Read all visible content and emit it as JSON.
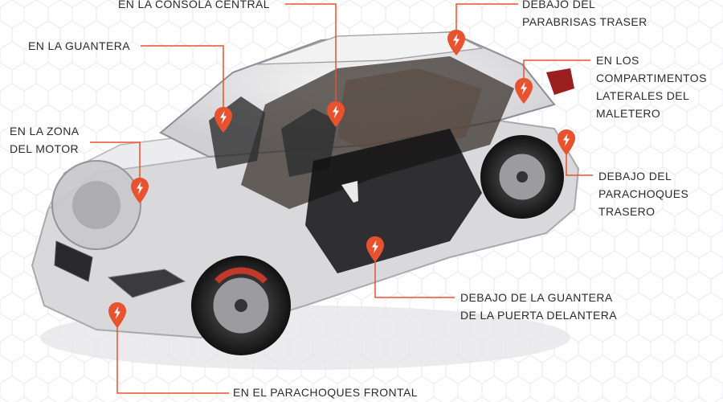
{
  "accent_color": "#e8522e",
  "line_color": "#e8522e",
  "background_pattern": "light-gray-hexagon-mesh",
  "illustration": "car-xray-cutaway",
  "callouts": [
    {
      "id": "consola-central",
      "lines": [
        "EN LA CONSOLA CENTRAL"
      ]
    },
    {
      "id": "parabrisas-trasero",
      "lines": [
        "DEBAJO DEL",
        "PARABRISAS TRASER"
      ]
    },
    {
      "id": "guantera",
      "lines": [
        "EN LA GUANTERA"
      ]
    },
    {
      "id": "compartimentos-maletero",
      "lines": [
        "EN LOS",
        "COMPARTIMENTOS",
        "LATERALES DEL",
        "MALETERO"
      ]
    },
    {
      "id": "zona-motor",
      "lines": [
        "EN LA ZONA",
        "DEL MOTOR"
      ]
    },
    {
      "id": "parachoques-trasero",
      "lines": [
        "DEBAJO DEL",
        "PARACHOQUES",
        "TRASERO"
      ]
    },
    {
      "id": "guantera-puerta",
      "lines": [
        "DEBAJO DE LA GUANTERA",
        "DE LA PUERTA DELANTERA"
      ]
    },
    {
      "id": "parachoques-frontal",
      "lines": [
        "EN EL PARACHOQUES FRONTAL"
      ]
    }
  ]
}
